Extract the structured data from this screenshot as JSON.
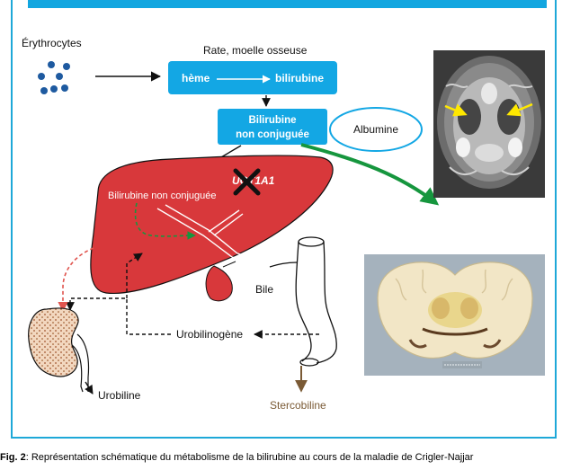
{
  "labels": {
    "erythrocytes": "Érythrocytes",
    "rate_moelle": "Rate, moelle osseuse",
    "heme": "hème",
    "bilirubine": "bilirubine",
    "bilirubine_nc_line1": "Bilirubine",
    "bilirubine_nc_line2": "non conjuguée",
    "albumine": "Albumine",
    "ugt_label": "UGT1A1",
    "liver_bilirubine_nc": "Bilirubine non conjuguée",
    "bile": "Bile",
    "urobilinogene": "Urobilinogène",
    "urobiline": "Urobiline",
    "stercobiline": "Stercobiline"
  },
  "caption": {
    "fig_label": "Fig. 2",
    "text": ": Représentation schématique du métabolisme de la bilirubine au cours de la maladie de Crigler-Najjar"
  },
  "colors": {
    "frame_border": "#1ea8d8",
    "box_blue": "#13a7e4",
    "liver_red": "#d8383b",
    "green_arrow": "#16963e",
    "red_dashed": "#e0554f",
    "yellow_arrow": "#ffe800",
    "brown_arrow": "#7a5a35"
  }
}
